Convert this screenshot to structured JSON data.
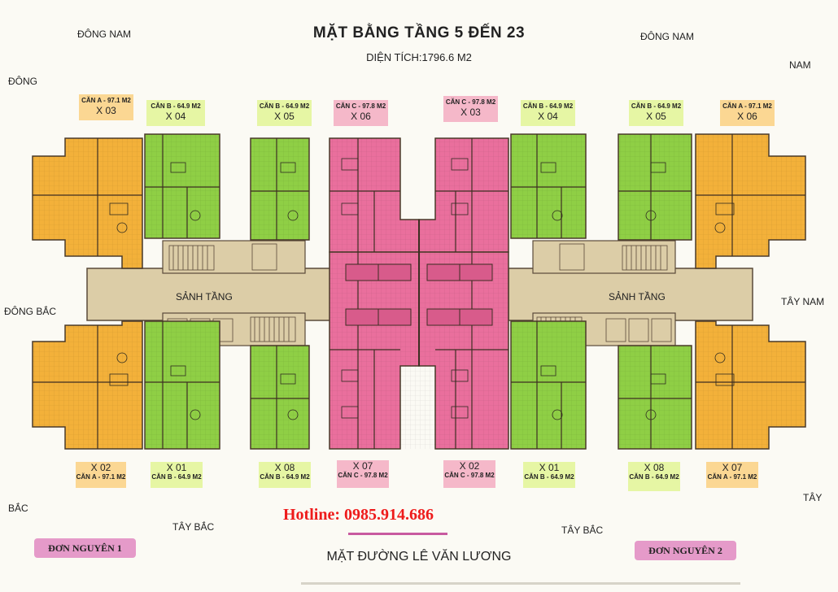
{
  "title": "MẶT BẰNG TẦNG 5 ĐẾN 23",
  "subtitle": "DIỆN TÍCH:1796.6 M2",
  "directions": {
    "dong_nam_left": "ĐÔNG NAM",
    "dong_nam_right": "ĐÔNG NAM",
    "dong": "ĐÔNG",
    "nam": "NAM",
    "dong_bac": "ĐÔNG BẮC",
    "tay_nam": "TÂY NAM",
    "bac": "BẮC",
    "tay": "TÂY",
    "tay_bac_left": "TÂY BẮC",
    "tay_bac_right": "TÂY BẮC"
  },
  "top_labels": [
    {
      "type": "CĂN A - 97.1 M2",
      "code": "X 03"
    },
    {
      "type": "CĂN B - 64.9 M2",
      "code": "X 04"
    },
    {
      "type": "CĂN B - 64.9 M2",
      "code": "X 05"
    },
    {
      "type": "CĂN C - 97.8 M2",
      "code": "X 06"
    },
    {
      "type": "CĂN C - 97.8 M2",
      "code": "X 03"
    },
    {
      "type": "CĂN B - 64.9 M2",
      "code": "X 04"
    },
    {
      "type": "CĂN B - 64.9 M2",
      "code": "X 05"
    },
    {
      "type": "CĂN A - 97.1 M2",
      "code": "X 06"
    }
  ],
  "bottom_labels": [
    {
      "type": "CĂN A - 97.1 M2",
      "code": "X 02"
    },
    {
      "type": "CĂN B - 64.9 M2",
      "code": "X 01"
    },
    {
      "type": "CĂN B - 64.9 M2",
      "code": "X 08"
    },
    {
      "type": "CĂN C - 97.8 M2",
      "code": "X 07"
    },
    {
      "type": "CĂN C - 97.8 M2",
      "code": "X 02"
    },
    {
      "type": "CĂN B - 64.9 M2",
      "code": "X 01"
    },
    {
      "type": "CĂN B - 64.9 M2",
      "code": "X 08"
    },
    {
      "type": "CĂN A - 97.1 M2",
      "code": "X 07"
    }
  ],
  "lobby_left": "SẢNH TẦNG",
  "lobby_right": "SẢNH TẦNG",
  "hotline": "Hotline: 0985.914.686",
  "unit1": "ĐƠN NGUYÊN 1",
  "unit2": "ĐƠN NGUYÊN 2",
  "street": "MẶT ĐƯỜNG LÊ VĂN LƯƠNG",
  "colors": {
    "type_a": "#f3b13a",
    "type_b": "#8fcf45",
    "type_c": "#ea6f9d",
    "corridor": "#dccda7",
    "unit_badge": "#e59ac9"
  }
}
